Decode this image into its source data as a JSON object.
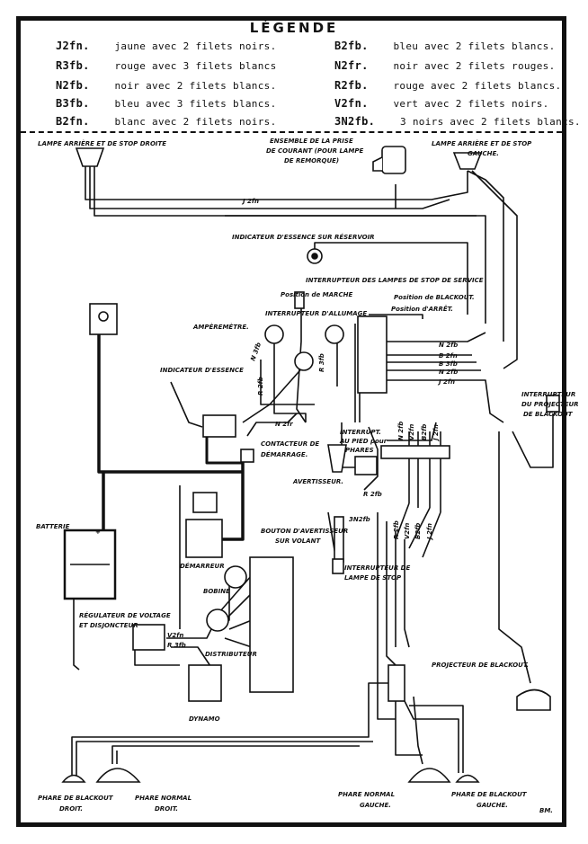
{
  "legend": {
    "title": "LÉGENDE",
    "left": [
      {
        "code": "J2fn.",
        "desc": "jaune avec 2 filets noirs."
      },
      {
        "code": "R3fb.",
        "desc": "rouge avec 3 filets blancs"
      },
      {
        "code": "N2fb.",
        "desc": "noir avec 2 filets blancs."
      },
      {
        "code": "B3fb.",
        "desc": "bleu avec 3 filets blancs."
      },
      {
        "code": "B2fn.",
        "desc": "blanc avec 2 filets noirs."
      }
    ],
    "right": [
      {
        "code": "B2fb.",
        "desc": "bleu avec 2 filets blancs."
      },
      {
        "code": "N2fr.",
        "desc": "noir avec 2 filets rouges."
      },
      {
        "code": "R2fb.",
        "desc": "rouge avec 2 filets blancs."
      },
      {
        "code": "V2fn.",
        "desc": "vert avec 2 filets noirs."
      },
      {
        "code": "3N2fb.",
        "desc": "3 noirs avec 2 filets blancs."
      }
    ]
  },
  "components": {
    "lampe_arriere_droite": "LAMPE ARRIÈRE ET DE STOP DROITE",
    "prise_line1": "ENSEMBLE DE LA PRISE",
    "prise_line2": "DE COURANT (POUR LAMPE",
    "prise_line3": "DE REMORQUE)",
    "lampe_arriere_gauche_1": "LAMPE ARRIÈRE ET DE STOP",
    "lampe_arriere_gauche_2": "GAUCHE.",
    "indicateur_reservoir": "INDICATEUR D'ESSENCE SUR RÉSERVOIR",
    "interrupteur_stop_service": "INTERRUPTEUR DES LAMPES DE STOP DE SERVICE",
    "position_marche": "Position de MARCHE",
    "position_blackout": "Position de BLACKOUT.",
    "position_arret": "Position d'ARRÊT.",
    "amperemetre": "AMPÈREMÈTRE.",
    "interrupteur_allumage": "INTERRUPTEUR D'ALLUMAGE",
    "indicateur_essence": "INDICATEUR D'ESSENCE",
    "interrupteur_projecteur_1": "INTERRUPTEUR",
    "interrupteur_projecteur_2": "DU PROJECTEUR",
    "interrupteur_projecteur_3": "DE BLACKOUT",
    "interrupt_pied_1": "INTERRUPT.",
    "interrupt_pied_2": "AU PIED pour",
    "interrupt_pied_3": "PHARES",
    "contacteur_1": "CONTACTEUR DE",
    "contacteur_2": "DÉMARRAGE.",
    "avertisseur": "AVERTISSEUR.",
    "batterie": "BATTERIE",
    "bouton_1": "BOUTON D'AVERTISSEUR",
    "bouton_2": "SUR VOLANT",
    "demarreur": "DÉMARREUR",
    "bobine": "BOBINE",
    "interrupteur_lampe_stop_1": "INTERRUPTEUR DE",
    "interrupteur_lampe_stop_2": "LAMPE DE STOP",
    "regulateur_1": "RÉGULATEUR DE VOLTAGE",
    "regulateur_2": "ET DISJONCTEUR",
    "distributeur": "DISTRIBUTEUR",
    "dynamo": "DYNAMO",
    "projecteur_blackout": "PROJECTEUR DE BLACKOUT.",
    "phare_blackout_droit_1": "PHARE DE BLACKOUT",
    "phare_blackout_droit_2": "DROIT.",
    "phare_normal_droit_1": "PHARE NORMAL",
    "phare_normal_droit_2": "DROIT.",
    "phare_normal_gauche_1": "PHARE NORMAL",
    "phare_normal_gauche_2": "GAUCHE.",
    "phare_blackout_gauche_1": "PHARE DE BLACKOUT",
    "phare_blackout_gauche_2": "GAUCHE.",
    "signature": "BM."
  },
  "wire_labels": {
    "j2fn": "J 2fn",
    "n2fb": "N 2fb",
    "b2fn": "B 2fn",
    "b3fb": "B 3fb",
    "r2fb": "R 2fb",
    "n2fr": "N 2fr",
    "n3fb": "N 3fb",
    "r3fb": "R 3fb",
    "v2fn": "V2fn",
    "sn2fb": "3N2fb",
    "b2fb": "B2fb",
    "plus": "+"
  }
}
